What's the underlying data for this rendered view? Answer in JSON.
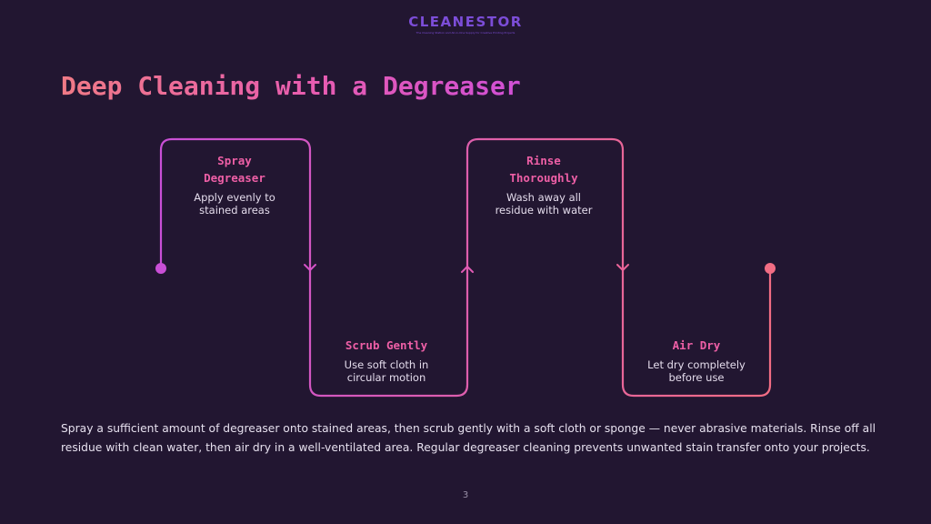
{
  "header": {
    "logo": "CLEANESTOR",
    "tagline": "The Cleaning Station and All-in-One Supply for Creative Printing Projects"
  },
  "slide": {
    "title": "Deep Cleaning with a Degreaser",
    "page_number": "3"
  },
  "steps": [
    {
      "title_line1": "Spray",
      "title_line2": "Degreaser",
      "desc_line1": "Apply evenly to",
      "desc_line2": "stained areas"
    },
    {
      "title_line1": "Scrub Gently",
      "title_line2": "",
      "desc_line1": "Use soft cloth in",
      "desc_line2": "circular motion"
    },
    {
      "title_line1": "Rinse",
      "title_line2": "Thoroughly",
      "desc_line1": "Wash away all",
      "desc_line2": "residue with water"
    },
    {
      "title_line1": "Air Dry",
      "title_line2": "",
      "desc_line1": "Let dry completely",
      "desc_line2": "before use"
    }
  ],
  "description": "Spray a sufficient amount of degreaser onto stained areas, then scrub gently with a soft cloth or sponge — never abrasive materials. Rinse off all residue with clean water, then air dry in a well-ventilated area. Regular degreaser cleaning prevents unwanted stain transfer onto your projects.",
  "colors": {
    "background": "#221631",
    "line_start": "#c94fd6",
    "line_end": "#f26d84",
    "step_title": "#ee5fa6",
    "brand": "#7c4dd8"
  },
  "icons": {
    "flow_arrow": "chevron-arrow-icon",
    "endpoint": "dot-icon"
  }
}
